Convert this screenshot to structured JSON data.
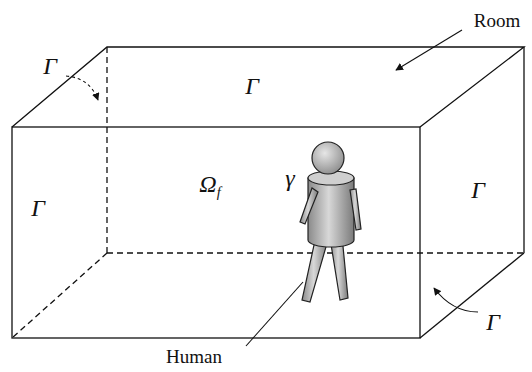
{
  "diagram": {
    "labels": [
      "Room",
      "Γ",
      "Γ",
      "Γ",
      "Γ",
      "Γ",
      "Ωf",
      "γ",
      "Human"
    ]
  }
}
